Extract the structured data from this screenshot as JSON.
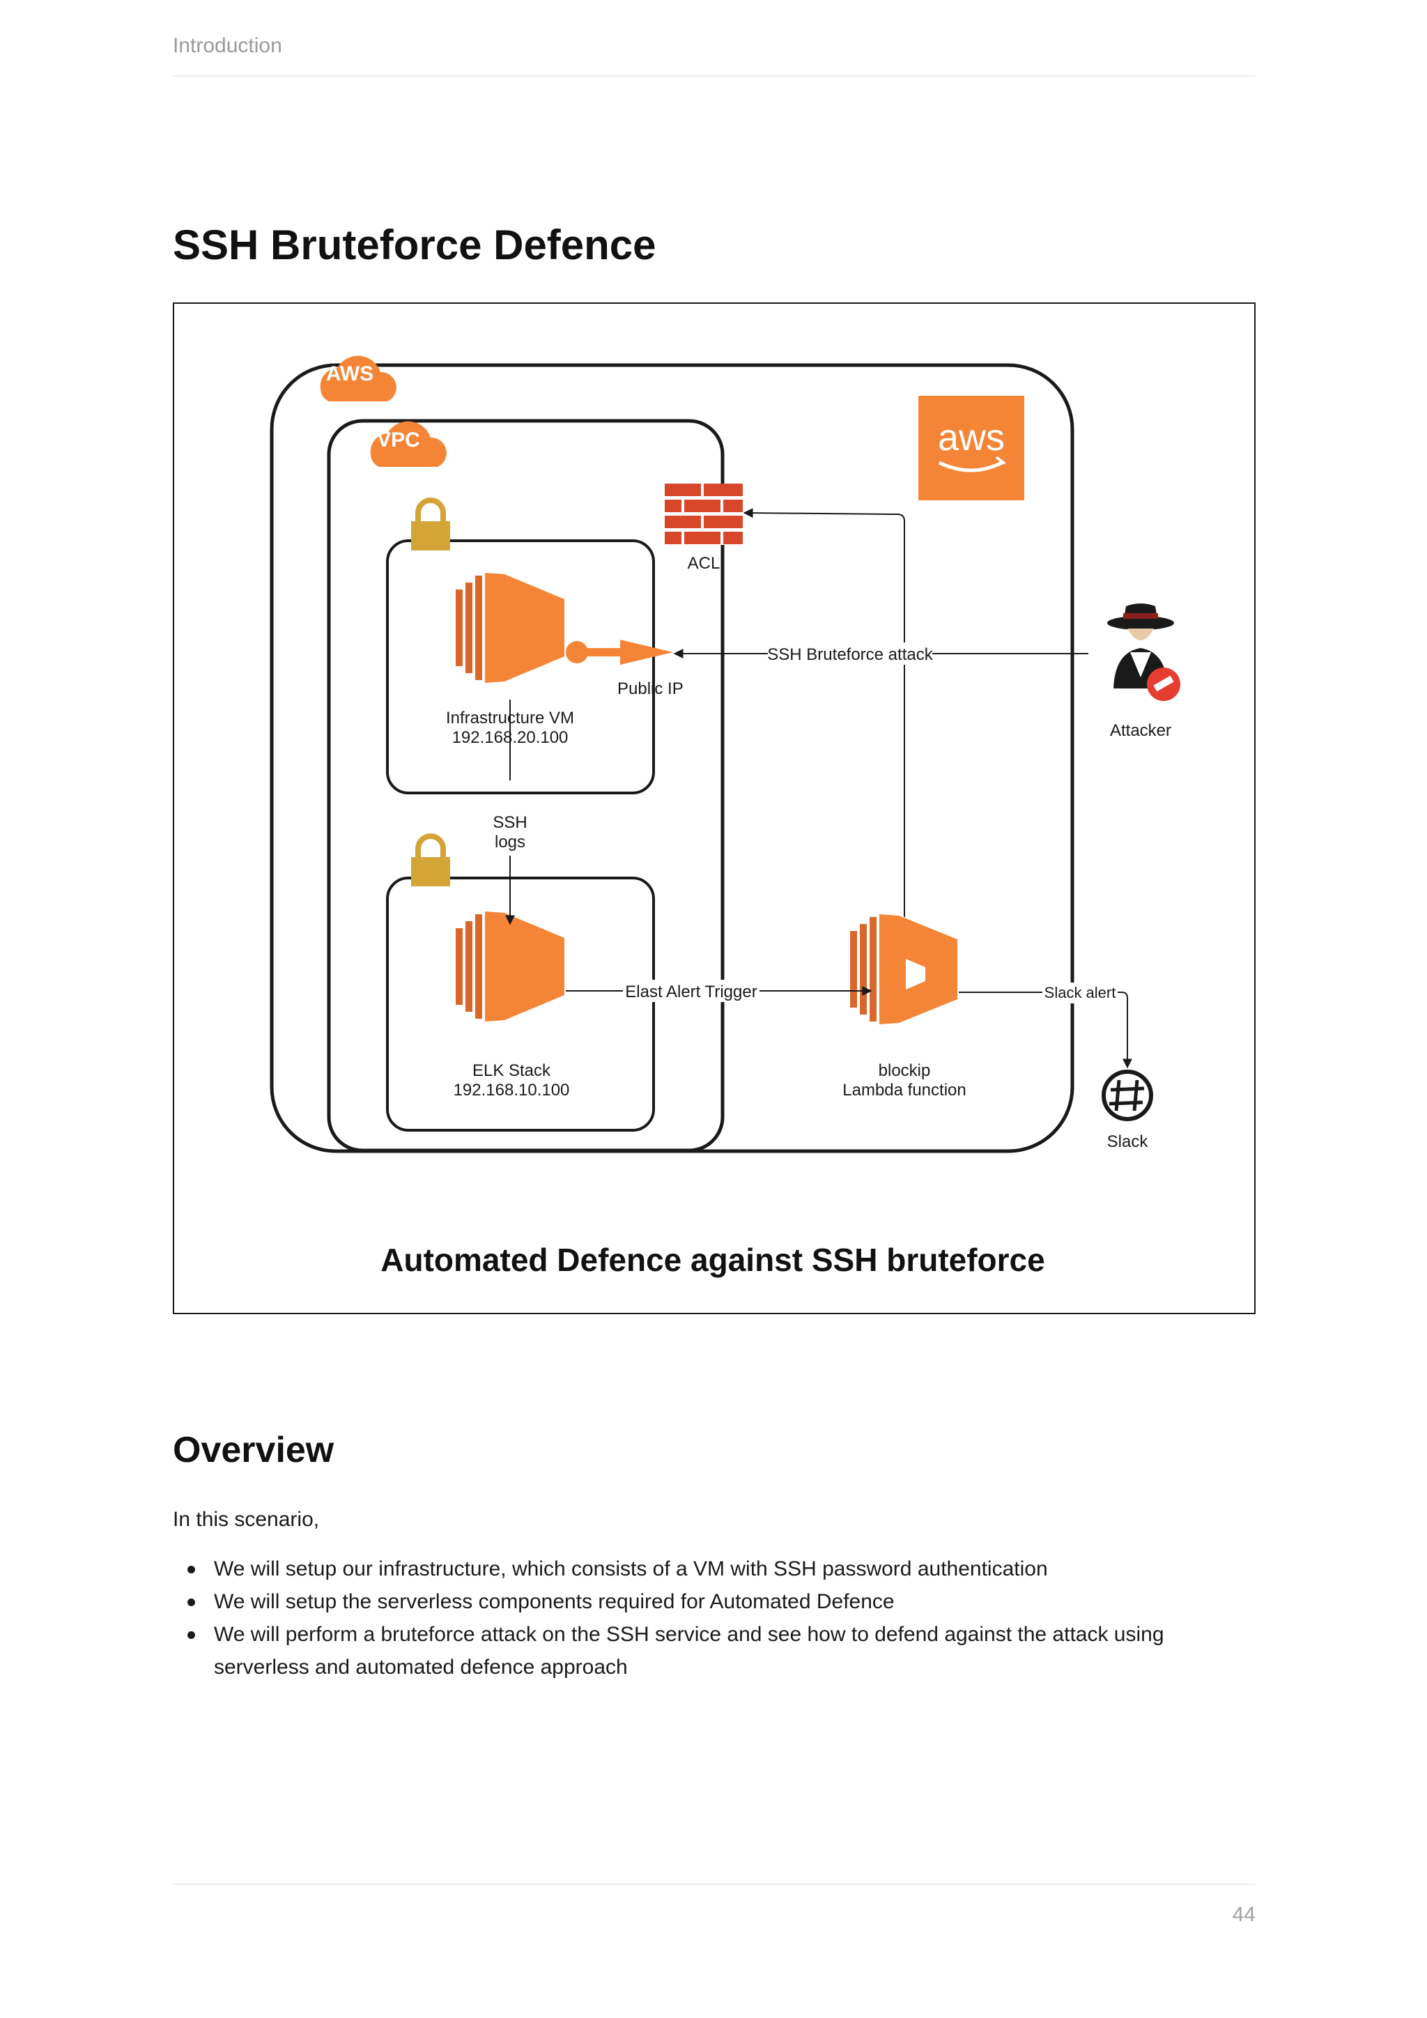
{
  "header": {
    "section": "Introduction"
  },
  "title": "SSH Bruteforce Defence",
  "diagram": {
    "badge_aws": "AWS",
    "badge_vpc": "VPC",
    "logo_aws": "aws",
    "acl_label": "ACL",
    "public_ip_label": "Public IP",
    "vm_label": "Infrastructure VM",
    "vm_ip": "192.168.20.100",
    "ssh_logs_1": "SSH",
    "ssh_logs_2": "logs",
    "elk_label": "ELK Stack",
    "elk_ip": "192.168.10.100",
    "alert_trigger": "Elast Alert Trigger",
    "lambda_label": "blockip",
    "lambda_sub": "Lambda function",
    "attack_label": "SSH Bruteforce attack",
    "attacker_label": "Attacker",
    "slack_alert": "Slack alert",
    "slack_label": "Slack",
    "caption": "Automated Defence against SSH bruteforce",
    "colors": {
      "orange": "#F58536",
      "dark_orange": "#D9672A",
      "brick": "#D9472B",
      "lock": "#D4A437",
      "line": "#1a1a1a"
    }
  },
  "overview": {
    "heading": "Overview",
    "intro": "In this scenario,",
    "bullets": [
      "We will setup our infrastructure, which consists of a VM with SSH password authentication",
      "We will setup the serverless components required for Automated Defence",
      "We will perform a bruteforce attack on the SSH service and see how to defend against the attack using serverless and automated defence approach"
    ]
  },
  "footer": {
    "page_number": "44"
  }
}
